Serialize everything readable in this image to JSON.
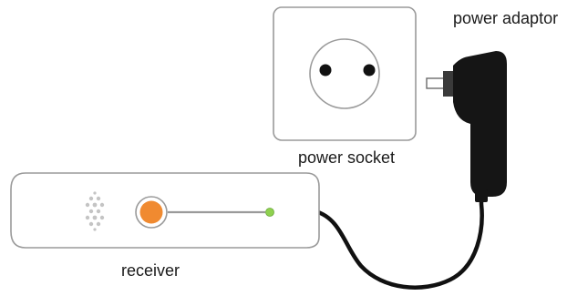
{
  "labels": {
    "power_adaptor": "power adaptor",
    "power_socket": "power socket",
    "receiver": "receiver"
  },
  "colors": {
    "outline": "#9a9a9a",
    "socket_hole": "#111111",
    "adaptor_body": "#151515",
    "prong": "#6b6b6b",
    "cable": "#111111",
    "receiver_button": "#f08a30",
    "receiver_led": "#8fd14f",
    "slider_track": "#9a9a9a",
    "dots": "#c4c4c4"
  },
  "icons": {
    "socket": "power-socket-icon",
    "adaptor": "power-adaptor-icon",
    "receiver": "receiver-device-icon"
  }
}
